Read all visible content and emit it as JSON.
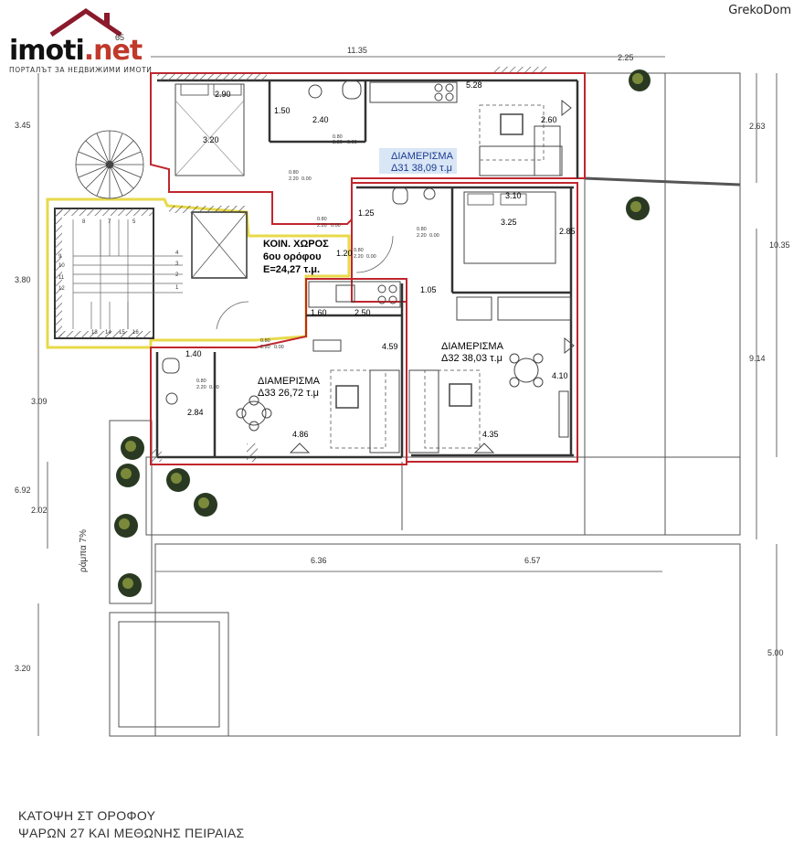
{
  "logo": {
    "text_main": "imoti",
    "text_dot": ".net",
    "superscript": "65",
    "tagline": "ПОРТАЛЪТ ЗА НЕДВИЖИМИ ИМОТИ"
  },
  "watermark": "GrekoDom",
  "dimensions": {
    "top_total": "11.35",
    "top_right": "2.25",
    "left_a": "3.45",
    "left_b": "3.80",
    "left_c": "3.09",
    "left_d": "6.92",
    "left_e": "2.02",
    "left_f": "3.20",
    "right_a": "2.63",
    "right_total": "10.35",
    "right_b": "9.14",
    "right_c": "5.00",
    "bottom_a": "6.36",
    "bottom_b": "6.57"
  },
  "rooms": {
    "r31_bed_w": "2.90",
    "r31_bed_d": "3.20",
    "r31_bath_a": "1.50",
    "r31_bath_b": "2.40",
    "r31_kitchen": "5.28",
    "r31_living": "2.60",
    "r32_bath": "1.25",
    "r32_bed_w": "3.10",
    "r32_bed_d": "3.25",
    "r32_bed_h": "2.85",
    "r32_hall": "1.05",
    "r32_living_h": "4.10",
    "r32_width": "4.35",
    "corr": "1.20",
    "r33_a": "1.60",
    "r33_b": "2.50",
    "r33_c": "1.40",
    "r33_d": "2.84",
    "r33_e": "4.59",
    "r33_width": "4.86"
  },
  "labels": {
    "apt31_title": "ΔΙΑΜΕΡΙΣΜΑ",
    "apt31_area": "Δ31 38,09 τ.μ",
    "apt32_title": "ΔΙΑΜΕΡΙΣΜΑ",
    "apt32_area": "Δ32 38,03 τ.μ",
    "apt33_title": "ΔΙΑΜΕΡΙΣΜΑ",
    "apt33_area": "Δ33 26,72 τ.μ",
    "common_1": "ΚΟΙΝ. ΧΩΡΟΣ",
    "common_2": "6ου ορόφου",
    "common_3": "Ε=24,27 τ.μ.",
    "ramp": "ράμπα 7%",
    "door_top": "0.80",
    "door_bottom": "2.20",
    "door_mid": "0.00"
  },
  "stairs": [
    "1",
    "2",
    "3",
    "4",
    "5",
    "6",
    "7",
    "8",
    "9",
    "10",
    "11",
    "12",
    "13",
    "14",
    "15",
    "16"
  ],
  "title_line1": "ΚΑΤΟΨΗ ΣΤ ΟΡΟΦΟΥ",
  "title_line2": "ΨΑΡΩΝ 27 ΚΑΙ ΜΕΘΩΝΗΣ ΠΕΙΡΑΙΑΣ",
  "colors": {
    "apartment_outline": "#c0262d",
    "common_outline": "#e8d94a",
    "highlight": "#cfe0f4",
    "wall": "#333333"
  }
}
